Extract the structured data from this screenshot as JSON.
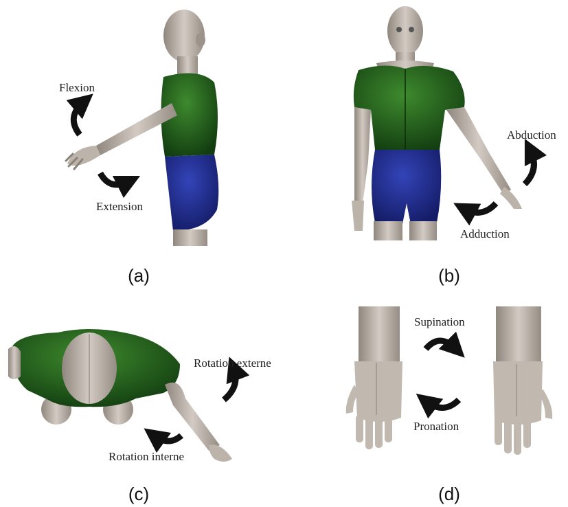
{
  "panels": [
    {
      "id": "a",
      "caption": "(a)",
      "labels": [
        "Flexion",
        "Extension"
      ]
    },
    {
      "id": "b",
      "caption": "(b)",
      "labels": [
        "Abduction",
        "Adduction"
      ]
    },
    {
      "id": "c",
      "caption": "(c)",
      "labels": [
        "Rotation externe",
        "Rotation interne"
      ]
    },
    {
      "id": "d",
      "caption": "(d)",
      "labels": [
        "Supination",
        "Pronation"
      ]
    }
  ],
  "colors": {
    "skin": "#b9b0a7",
    "shirt": "#1f5a1a",
    "shorts": "#1f2a8c",
    "arrow": "#111111"
  }
}
